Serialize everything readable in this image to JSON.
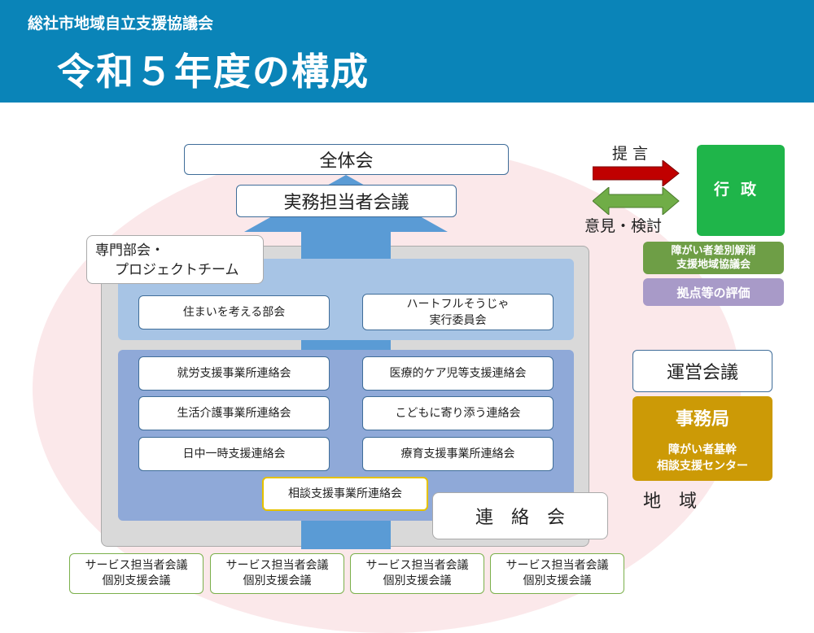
{
  "header": {
    "subtitle": "総社市地域自立支援協議会",
    "title": "令和５年度の構成"
  },
  "top": {
    "zentai": "全体会",
    "jitsumu": "実務担当者会議"
  },
  "senmon": {
    "label_line1": "専門部会・",
    "label_line2": "プロジェクトチーム",
    "items": [
      {
        "line1": "住まいを考える部会",
        "line2": ""
      },
      {
        "line1": "ハートフルそうじゃ",
        "line2": "実行委員会"
      }
    ]
  },
  "renraku": {
    "items": [
      "就労支援事業所連絡会",
      "医療的ケア児等支援連絡会",
      "生活介護事業所連絡会",
      "こどもに寄り添う連絡会",
      "日中一時支援連絡会",
      "療育支援事業所連絡会",
      "相談支援事業所連絡会"
    ],
    "label": "連　絡　会"
  },
  "right": {
    "teigen": "提 言",
    "iken": "意見・検討",
    "gyosei": "行政",
    "sabetsu_line1": "障がい者差別解消",
    "sabetsu_line2": "支援地域協議会",
    "kyoten": "拠点等の評価",
    "unei": "運営会議",
    "jimukyoku": "事務局",
    "center_line1": "障がい者基幹",
    "center_line2": "相談支援センター",
    "chiiki": "地　域"
  },
  "bottom": [
    {
      "line1": "サービス担当者会議",
      "line2": "個別支援会議"
    },
    {
      "line1": "サービス担当者会議",
      "line2": "個別支援会議"
    },
    {
      "line1": "サービス担当者会議",
      "line2": "個別支援会議"
    },
    {
      "line1": "サービス担当者会議",
      "line2": "個別支援会議"
    }
  ],
  "colors": {
    "header": "#0a84b8",
    "arrow_red": "#c00000",
    "arrow_green": "#70ad47",
    "gyosei": "#1fb54a",
    "jimukyoku": "#cc9a06"
  }
}
